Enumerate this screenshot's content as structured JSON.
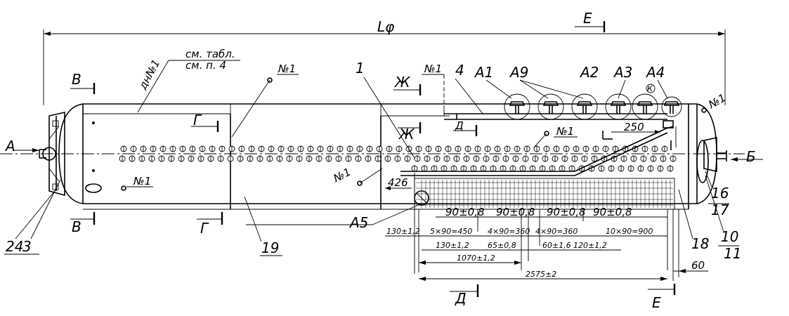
{
  "labels": {
    "overall_length": "Lφ",
    "section_E_top": "E",
    "section_E_bottom": "E",
    "view_A": "A",
    "view_B": "Б",
    "section_V_top": "В",
    "section_V_bottom": "В",
    "section_G_top": "Г",
    "section_G_bottom": "Г",
    "section_Zh_top": "Ж",
    "section_Zh_mid": "Ж",
    "section_D_top": "Д",
    "section_D_bottom": "Д",
    "note_table_1": "см. табл.",
    "note_table_2": "см. п. 4",
    "dn": "дн№1",
    "weld_1": "№1",
    "weld_2": "№1",
    "weld_3": "№1",
    "weld_4": "№1",
    "weld_5": "№1",
    "weld_6": "№1",
    "pos_1": "1",
    "pos_4": "4",
    "pos_A1": "А1",
    "pos_A9": "А9",
    "pos_A2": "А2",
    "pos_A3": "А3",
    "pos_A4": "А4",
    "pos_A5": "А5",
    "pos_3": "3",
    "pos_24": "24",
    "pos_19": "19",
    "pos_18": "18",
    "pos_16": "16",
    "pos_17": "17",
    "pos_10": "10",
    "pos_11": "11",
    "circle_k": "К"
  },
  "dims": {
    "d250": "250",
    "d426": "426",
    "d90_1": "90±0,8",
    "d90_2": "90±0,8",
    "d90_3": "90±0,8",
    "d90_4": "90±0,8",
    "d130a": "130±1,2",
    "d5x90": "5×90=450",
    "d4x90a": "4×90=360",
    "d4x90b": "4×90=360",
    "d10x90": "10×90=900",
    "d130b": "130±1,2",
    "d65": "65±0,8",
    "d60a": "60±1,6",
    "d120": "120±1,2",
    "d1070": "1070±1,2",
    "d2575": "2575±2",
    "d60b": "60"
  }
}
